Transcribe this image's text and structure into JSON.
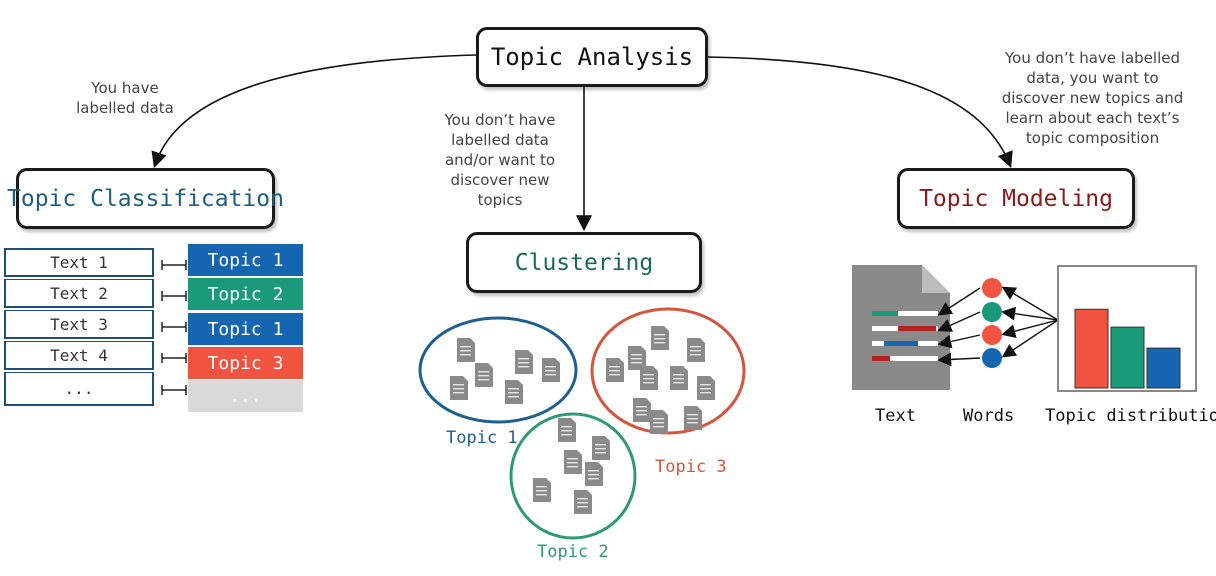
{
  "root": {
    "label": "Topic Analysis"
  },
  "notes": {
    "left": "You have\nlabelled data",
    "center": "You don’t have\nlabelled data\nand/or want to\ndiscover new\ntopics",
    "right": "You don’t have labelled\ndata, you want to\ndiscover new topics and\nlearn about each text’s\ntopic composition"
  },
  "classification": {
    "title": "Topic Classification",
    "rows": [
      {
        "text": "Text 1",
        "topic": "Topic 1",
        "color": "#1565b0"
      },
      {
        "text": "Text 2",
        "topic": "Topic 2",
        "color": "#1a9a78"
      },
      {
        "text": "Text 3",
        "topic": "Topic 1",
        "color": "#1565b0"
      },
      {
        "text": "Text 4",
        "topic": "Topic 3",
        "color": "#f0533f"
      },
      {
        "text": "...",
        "topic": "...",
        "color": "#d9d9d9"
      }
    ]
  },
  "clustering": {
    "title": "Clustering",
    "clusters": [
      {
        "label": "Topic 1",
        "color": "#1f5f8f"
      },
      {
        "label": "Topic 2",
        "color": "#2e9a74"
      },
      {
        "label": "Topic 3",
        "color": "#d5563f"
      }
    ]
  },
  "modeling": {
    "title": "Topic Modeling",
    "labels": {
      "text": "Text",
      "words": "Words",
      "distribution": "Topic distribution"
    },
    "distribution_values": [
      0.75,
      0.58,
      0.38
    ],
    "colors": {
      "red": "#f0533f",
      "green": "#1a9a78",
      "blue": "#1565b0",
      "doc": "#8a8a8a"
    }
  }
}
